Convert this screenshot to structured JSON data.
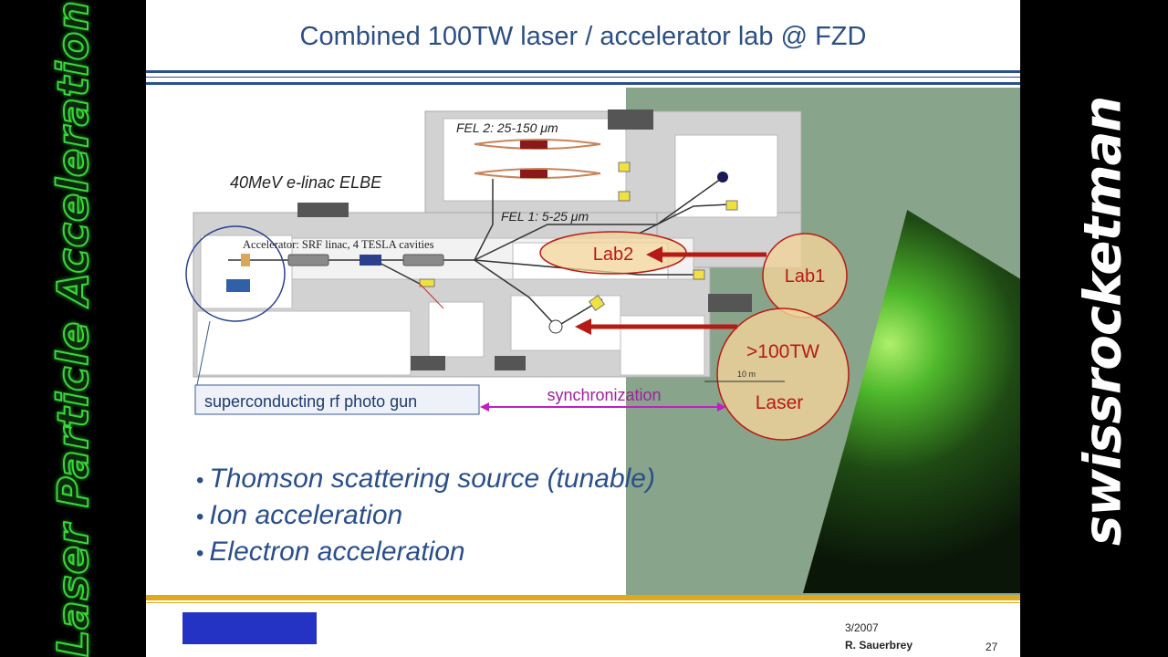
{
  "side_left": {
    "text": "Laser Particle Acceleration"
  },
  "side_right": {
    "text": "swissrocketman"
  },
  "slide": {
    "title": "Combined 100TW laser / accelerator lab  @ FZD",
    "diagram": {
      "fel2_label": "FEL 2: 25-150 μm",
      "fel1_label": "FEL 1: 5-25 μm",
      "elbe_label": "40MeV e-linac ELBE",
      "accelerator_label": "Accelerator: SRF linac, 4 TESLA cavities",
      "lab2_label": "Lab2",
      "lab1_label": "Lab1",
      "tw_label": ">100TW",
      "laser_label": "Laser",
      "scale_label": "10 m",
      "gun_label": "superconducting rf photo gun",
      "sync_label": "synchronization"
    },
    "bullets": [
      "Thomson scattering source (tunable)",
      "Ion acceleration",
      "Electron acceleration"
    ],
    "bullet_symbol": "•",
    "footer": {
      "date": "3/2007",
      "author": "R. Sauerbrey",
      "page": "27"
    }
  },
  "colors": {
    "title": "#2c4f86",
    "accent_rule": "#e0a81c",
    "arrow_red": "#b71a14",
    "sync_magenta": "#c020c0",
    "side_green": "#38d83a"
  }
}
